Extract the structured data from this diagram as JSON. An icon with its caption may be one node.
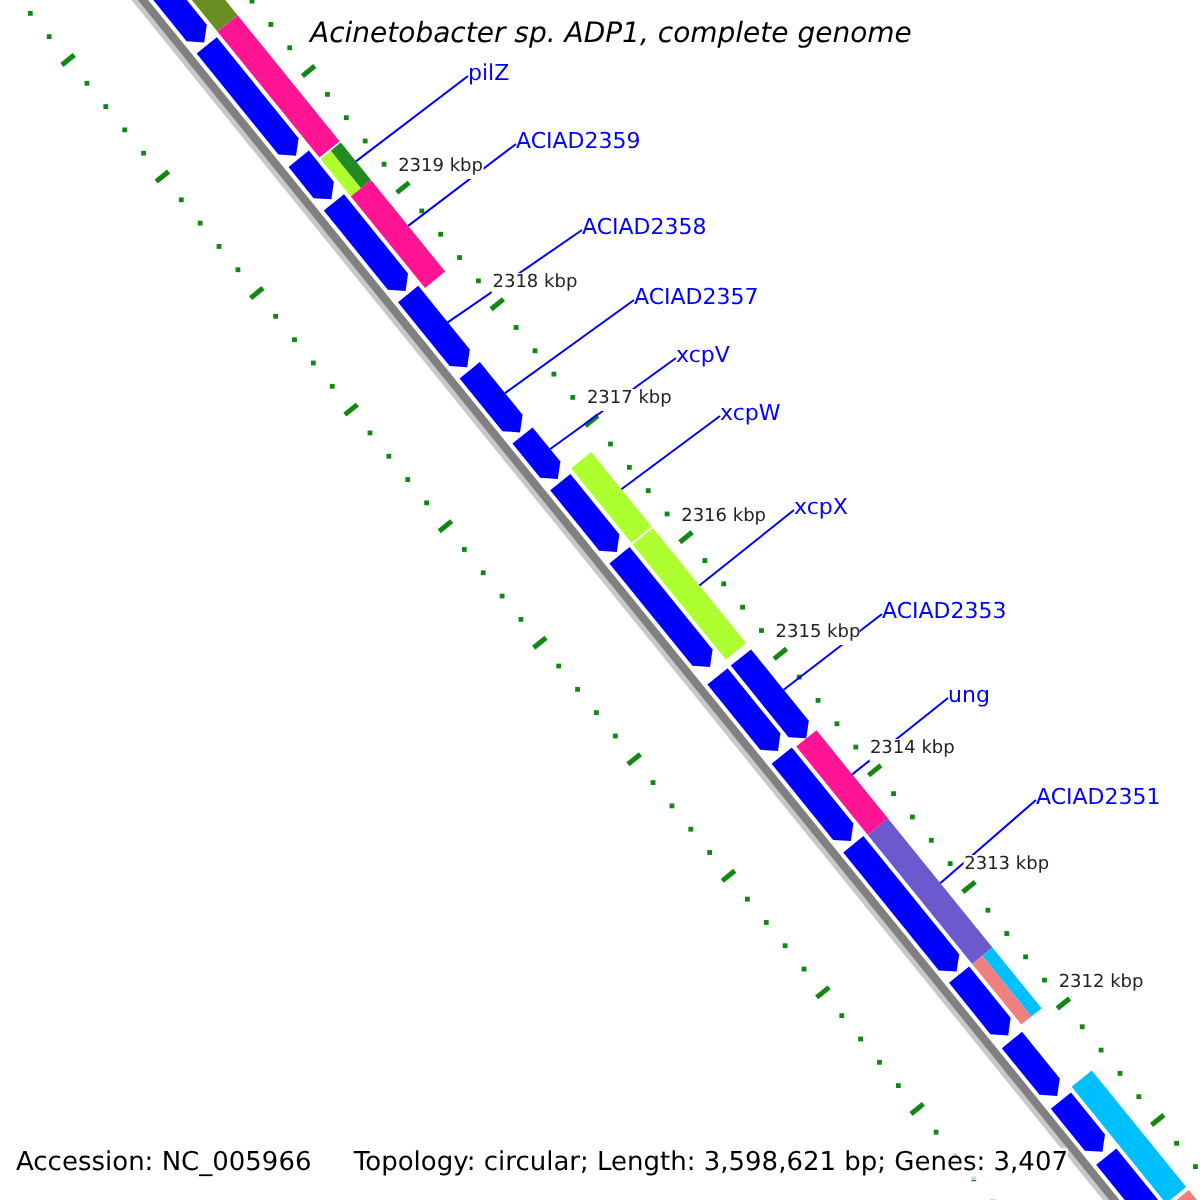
{
  "diagram": {
    "title": "Acinetobacter sp. ADP1, complete genome",
    "nodes": [
      {
        "text": [
          "pilZ"
        ]
      },
      {
        "text": [
          "ACIAD2359"
        ]
      },
      {
        "text": [
          "ACIAD2358"
        ]
      },
      {
        "text": [
          "ACIAD2357"
        ]
      },
      {
        "text": [
          "xcpV"
        ]
      },
      {
        "text": [
          "xcpW"
        ]
      },
      {
        "text": [
          "xcpX"
        ]
      },
      {
        "text": [
          "ACIAD2353"
        ]
      },
      {
        "text": [
          "ung"
        ]
      },
      {
        "text": [
          "ACIAD2351"
        ]
      },
      {
        "text": [],
        "shape": "arrow"
      },
      {
        "text": [],
        "shape": "bar"
      },
      {
        "text": [],
        "shape": "bar"
      },
      {
        "text": [],
        "shape": "arrow"
      },
      {
        "text": [],
        "shape": "arrow"
      },
      {
        "text": [],
        "shape": "bar"
      },
      {
        "text": [],
        "shape": "arrow"
      },
      {
        "text": [],
        "shape": "bar"
      },
      {
        "text": [],
        "shape": "arrow"
      },
      {
        "text": [],
        "shape": "arrow"
      },
      {
        "text": [],
        "shape": "arrow"
      },
      {
        "text": [],
        "shape": "bar"
      },
      {
        "text": [],
        "shape": "arrow"
      },
      {
        "text": [],
        "shape": "bar"
      },
      {
        "text": [],
        "shape": "arrow"
      },
      {
        "text": [],
        "shape": "arrow"
      },
      {
        "text": [],
        "shape": "arrow"
      },
      {
        "text": [],
        "shape": "arrow"
      },
      {
        "text": [],
        "shape": "bar"
      },
      {
        "text": [],
        "shape": "arrow"
      },
      {
        "text": [],
        "shape": "bar"
      },
      {
        "text": [],
        "shape": "bar"
      },
      {
        "text": [],
        "shape": "arrow"
      },
      {
        "text": [],
        "shape": "arrow"
      },
      {
        "text": [],
        "shape": "bar"
      },
      {
        "text": [],
        "shape": "arrow"
      },
      {
        "text": [],
        "shape": "arrow"
      },
      {
        "text": [],
        "shape": "bar"
      }
    ],
    "edges": [
      {
        "from": 0,
        "to": 15,
        "arrow": "none"
      },
      {
        "from": 1,
        "to": 17,
        "arrow": "none"
      },
      {
        "from": 2,
        "to": 18,
        "arrow": "none"
      },
      {
        "from": 3,
        "to": 19,
        "arrow": "none"
      },
      {
        "from": 4,
        "to": 20,
        "arrow": "none"
      },
      {
        "from": 5,
        "to": 21,
        "arrow": "none"
      },
      {
        "from": 6,
        "to": 23,
        "arrow": "none"
      },
      {
        "from": 7,
        "to": 25,
        "arrow": "none"
      },
      {
        "from": 8,
        "to": 28,
        "arrow": "none"
      },
      {
        "from": 9,
        "to": 30,
        "arrow": "none"
      }
    ],
    "labels": [
      "2319 kbp",
      "2318 kbp",
      "2317 kbp",
      "2316 kbp",
      "2315 kbp",
      "2314 kbp",
      "2313 kbp",
      "2312 kbp",
      "Accession: NC_005966",
      "Topology: circular; Length: 3,598,621 bp; Genes: 3,407"
    ]
  }
}
